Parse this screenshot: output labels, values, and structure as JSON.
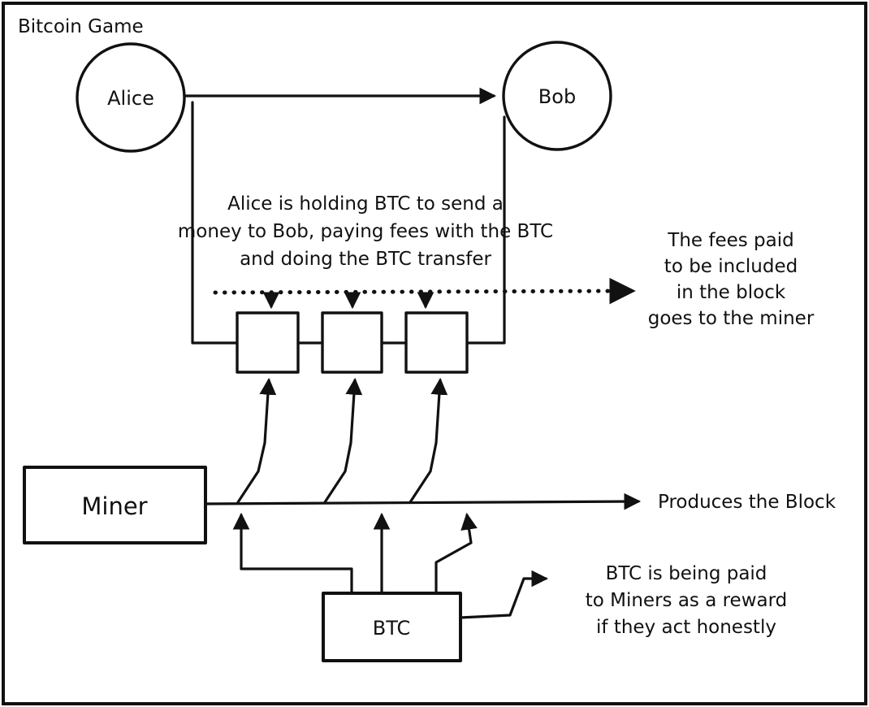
{
  "title": "Bitcoin Game",
  "nodes": {
    "alice": "Alice",
    "bob": "Bob",
    "miner": "Miner",
    "btc": "BTC"
  },
  "annotations": {
    "transfer_note": [
      "Alice is holding BTC to send a",
      "money to Bob, paying fees with the BTC",
      "and doing the BTC transfer"
    ],
    "fees_note": [
      "The fees paid",
      "to be included",
      "in the block",
      "goes to the miner"
    ],
    "produces_block": "Produces the Block",
    "reward_note": [
      "BTC is being paid",
      "to Miners as a reward",
      "if they act honestly"
    ]
  },
  "colors": {
    "ink": "#111111",
    "background": "#ffffff"
  }
}
